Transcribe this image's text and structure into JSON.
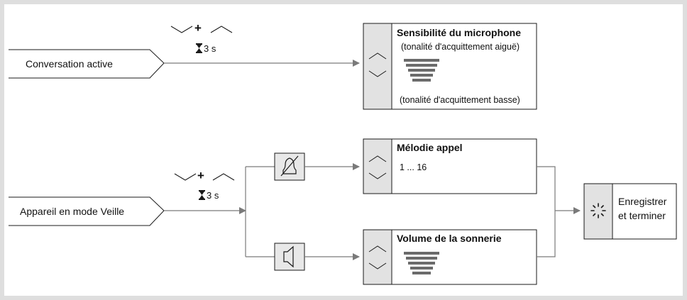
{
  "colors": {
    "line": "#7a7a7a",
    "box": "#1a1a1a",
    "panel": "#e2e2e2",
    "bars": "#6b6b6b",
    "frame": "#dedede"
  },
  "top": {
    "source_label": "Conversation active",
    "shortcut_icons": [
      "chevron-down-icon",
      "plus-icon",
      "chevron-up-icon"
    ],
    "plus": "+",
    "timer": "3 s",
    "target": {
      "title": "Sensibilité du microphone",
      "high": "(tonalité d'acquittement aiguë)",
      "low": "(tonalité d'acquittement basse)",
      "level_bars": 5
    }
  },
  "bottom": {
    "source_label": "Appareil en mode Veille",
    "shortcut_icons": [
      "chevron-down-icon",
      "plus-icon",
      "chevron-up-icon"
    ],
    "plus": "+",
    "timer": "3 s",
    "branch_bell": {
      "icon": "bell-muted-icon",
      "target": {
        "title": "Mélodie appel",
        "range": "1 ... 16"
      }
    },
    "branch_speaker": {
      "icon": "speaker-icon",
      "target": {
        "title": "Volume de la sonnerie",
        "level_bars": 5
      }
    },
    "save": {
      "icon": "spinner-icon",
      "line1": "Enregistrer",
      "line2": "et terminer"
    }
  }
}
